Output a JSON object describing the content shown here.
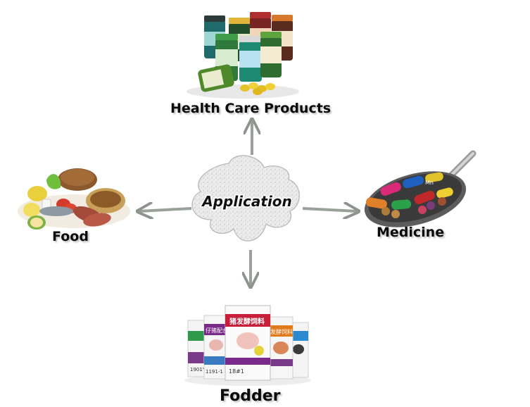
{
  "center": {
    "label": "Application"
  },
  "nodes": {
    "health": {
      "label": "Health Care Products"
    },
    "food": {
      "label": "Food"
    },
    "medicine": {
      "label": "Medicine"
    },
    "fodder": {
      "label": "Fodder"
    }
  },
  "packaging_text": {
    "bag_center": "猪发酵饲料",
    "bag_left": "仔猪配合",
    "bag_right": "发酵饲料",
    "bag_code_left": "1901Y",
    "bag_code_mid_left": "1191-1",
    "bag_code_center": "18#1",
    "bottle_label": "Mn"
  },
  "colors": {
    "arrow": "#9aa19a",
    "center_blob": "#e6e6e6",
    "text": "#0a0a0a"
  }
}
